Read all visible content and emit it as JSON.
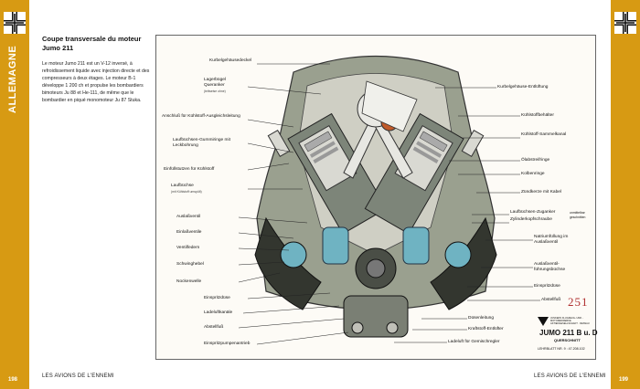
{
  "sidebar_left": {
    "text": "ALLEMAGNE",
    "page_number": "198"
  },
  "sidebar_right": {
    "page_number": "199"
  },
  "footer": {
    "left": "LES AVIONS DE L'ENNEMI",
    "right": "LES AVIONS DE L'ENNEMI"
  },
  "article": {
    "title": "Coupe transversale du moteur Jumo 211",
    "body": "Le moteur Jumo 211 est un V-12 inversé, à refroidissement liquide avec injection directe et des compresseurs à deux étages. Le moteur B-1 développe 1 200 ch et propulse les bombardiers bimoteurs Ju 88 et He-111, de même que le bombardier en piqué monomoteur Ju 87 Stuka."
  },
  "diagram": {
    "left_labels": [
      {
        "text": "Kurbelgehäusedeckel",
        "sub": ""
      },
      {
        "text": "Lagerbügel Queranker",
        "sub": "(teilweise ohne)"
      },
      {
        "text": "Anschluß für Kühlstoff-Ausgleichsleitung",
        "sub": ""
      },
      {
        "text": "Laufbüchsen-Gummiringe mit Leckbohrung",
        "sub": ""
      },
      {
        "text": "Einfüllstutzen für Kühlstoff",
        "sub": ""
      },
      {
        "text": "Laufbüchse",
        "sub": "(mit Kühlstoff umspült)"
      },
      {
        "text": "Auslaßventil",
        "sub": ""
      },
      {
        "text": "Einlaßventile",
        "sub": ""
      },
      {
        "text": "Ventilfedern",
        "sub": ""
      },
      {
        "text": "Schwinghebel",
        "sub": ""
      },
      {
        "text": "Nockenwelle",
        "sub": ""
      },
      {
        "text": "Einspritzdüse",
        "sub": ""
      },
      {
        "text": "Ladeluftkanäle",
        "sub": ""
      },
      {
        "text": "Abstellfuß",
        "sub": ""
      },
      {
        "text": "Einspritzpumpenantrieb",
        "sub": ""
      }
    ],
    "right_labels": [
      {
        "text": "Kurbelgehäuse-Entlüftung",
        "sub": ""
      },
      {
        "text": "Kühlstoffbehälter",
        "sub": ""
      },
      {
        "text": "Kühlstoff-Sammelkanal",
        "sub": ""
      },
      {
        "text": "Ölabstreifringe",
        "sub": ""
      },
      {
        "text": "Kolbenringe",
        "sub": ""
      },
      {
        "text": "Zündkerze mit Kabel",
        "sub": ""
      },
      {
        "text": "Laufbüchsen-Zuganker",
        "sub": ""
      },
      {
        "text": "Zylinderkopfschraube",
        "sub": ""
      },
      {
        "text": "Natriumfüllung im Auslaßventil",
        "sub": ""
      },
      {
        "text": "Auslaßventil-führungsbüchse",
        "sub": ""
      },
      {
        "text": "Einspritzdüse",
        "sub": ""
      },
      {
        "text": "Abstellfuß",
        "sub": ""
      }
    ],
    "bottom_labels": [
      {
        "text": "Düsenleitung"
      },
      {
        "text": "Kraftstoff-Entlüfter"
      },
      {
        "text": "Ladeluft für Gemischregler"
      }
    ],
    "zuganker_note": "unmittelbar geschnitten",
    "stamp_number": "251",
    "company": "JUNKERS FLUGZEUG- UND -MOTORENWERKE AKTIENGESELLSCHAFT · DESSAU",
    "engine_name": "JUMO 211 B u. D",
    "section": "QUERSCHNITT",
    "ref": "LEHRBLATT NR. 9 : 47.208.102"
  },
  "colors": {
    "accent": "#d79a13",
    "steel": "#8a8f86",
    "water": "#6fb3c2",
    "rust": "#c05a2a"
  }
}
